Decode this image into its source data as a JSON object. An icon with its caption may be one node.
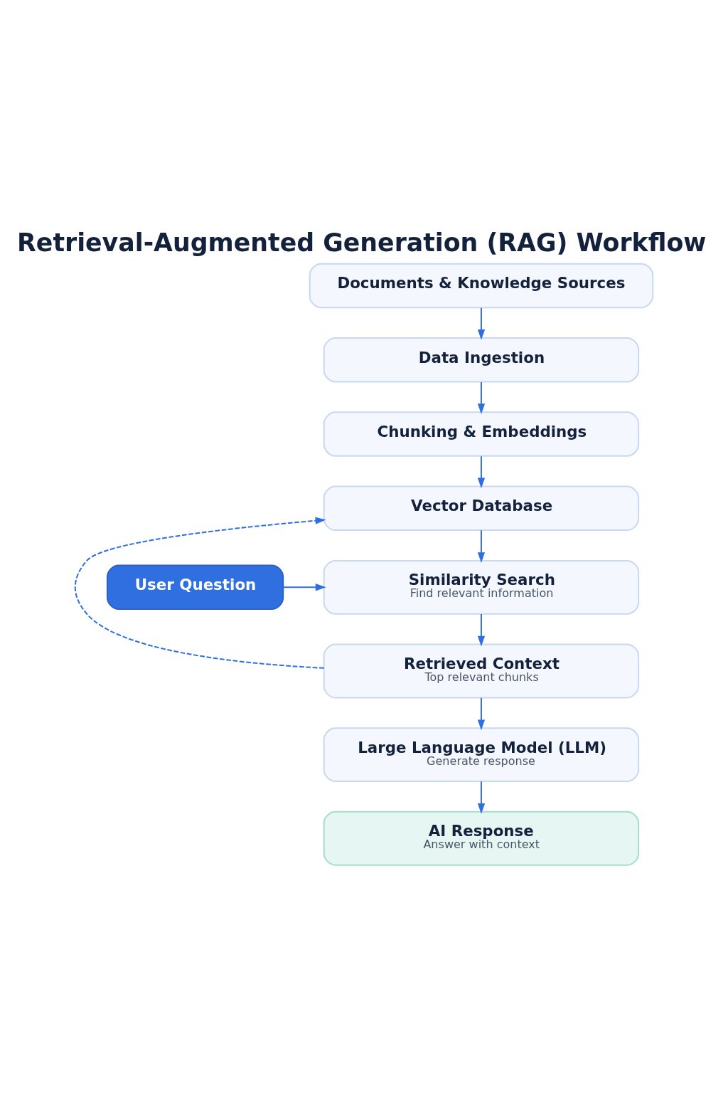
{
  "diagram": {
    "title": "Retrieval-Augmented Generation (RAG) Workflow",
    "nodes": [
      {
        "text": [
          "Documents & Knowledge Sources"
        ]
      },
      {
        "text": [
          "Data Ingestion"
        ]
      },
      {
        "text": [
          "Chunking & Embeddings"
        ]
      },
      {
        "text": [
          "Vector Database"
        ]
      },
      {
        "text": [
          "User Question"
        ]
      },
      {
        "text": [
          "Similarity Search",
          "Find relevant information"
        ]
      },
      {
        "text": [
          "Retrieved Context",
          "Top relevant chunks"
        ]
      },
      {
        "text": [
          "Large Language Model (LLM)",
          "Generate response"
        ]
      },
      {
        "text": [
          "AI Response",
          "Answer with context"
        ]
      }
    ],
    "edges": [
      {
        "from": 0,
        "to": 1,
        "arrow": "to"
      },
      {
        "from": 1,
        "to": 2,
        "arrow": "to"
      },
      {
        "from": 2,
        "to": 3,
        "arrow": "to"
      },
      {
        "from": 3,
        "to": 5,
        "arrow": "to"
      },
      {
        "from": 4,
        "to": 5,
        "arrow": "to"
      },
      {
        "from": 5,
        "to": 6,
        "arrow": "to"
      },
      {
        "from": 6,
        "to": 7,
        "arrow": "to"
      },
      {
        "from": 7,
        "to": 8,
        "arrow": "to"
      },
      {
        "from": 6,
        "to": 3,
        "arrow": "to",
        "style": "dashed"
      }
    ]
  }
}
